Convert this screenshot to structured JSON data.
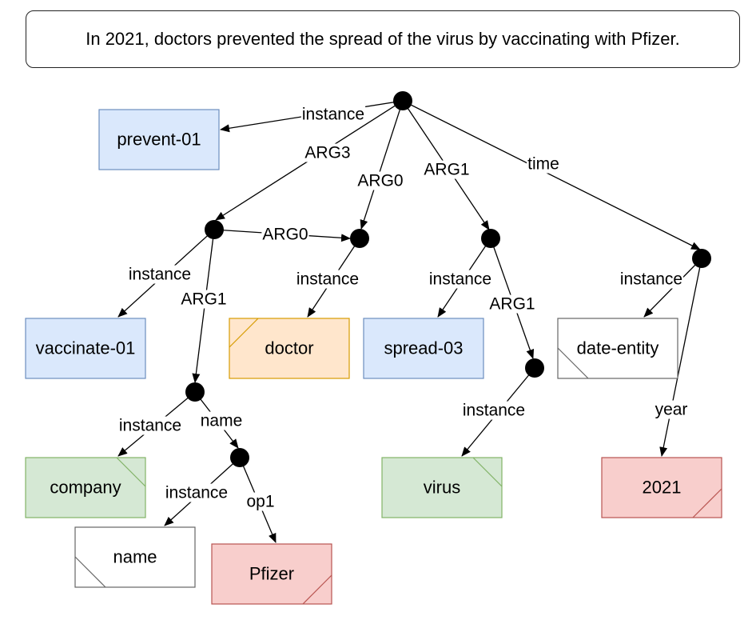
{
  "sentence": "In 2021, doctors prevented the spread of the virus by vaccinating with Pfizer.",
  "colors": {
    "blue_fill": "#dae8fc",
    "blue_stroke": "#6c8ebf",
    "orange_fill": "#ffe6cc",
    "orange_stroke": "#d79b00",
    "green_fill": "#d5e8d4",
    "green_stroke": "#82b366",
    "red_fill": "#f8cecc",
    "red_stroke": "#b85450",
    "white_fill": "#ffffff",
    "white_stroke": "#666666",
    "node_dot": "#000000"
  },
  "concepts": [
    {
      "id": "prevent",
      "label": "prevent-01",
      "style": "blue",
      "corner": "none"
    },
    {
      "id": "vaccinate",
      "label": "vaccinate-01",
      "style": "blue",
      "corner": "none"
    },
    {
      "id": "doctor",
      "label": "doctor",
      "style": "orange",
      "corner": "top-left"
    },
    {
      "id": "spread",
      "label": "spread-03",
      "style": "blue",
      "corner": "none"
    },
    {
      "id": "date-entity",
      "label": "date-entity",
      "style": "white",
      "corner": "bottom-left"
    },
    {
      "id": "company",
      "label": "company",
      "style": "green",
      "corner": "top-right"
    },
    {
      "id": "virus",
      "label": "virus",
      "style": "green",
      "corner": "top-right"
    },
    {
      "id": "year-2021",
      "label": "2021",
      "style": "red",
      "corner": "bottom-right"
    },
    {
      "id": "name",
      "label": "name",
      "style": "white",
      "corner": "bottom-left"
    },
    {
      "id": "pfizer",
      "label": "Pfizer",
      "style": "red",
      "corner": "bottom-right"
    }
  ],
  "variables": [
    "root",
    "v-vaccinate",
    "v-doctor",
    "v-spread",
    "v-date",
    "v-company",
    "v-virus",
    "v-name"
  ],
  "edges": [
    {
      "id": "e-root-instance",
      "label": "instance"
    },
    {
      "id": "e-root-arg3",
      "label": "ARG3"
    },
    {
      "id": "e-root-arg0",
      "label": "ARG0"
    },
    {
      "id": "e-root-arg1",
      "label": "ARG1"
    },
    {
      "id": "e-root-time",
      "label": "time"
    },
    {
      "id": "e-vacc-arg0",
      "label": "ARG0"
    },
    {
      "id": "e-vacc-instance",
      "label": "instance"
    },
    {
      "id": "e-vacc-arg1",
      "label": "ARG1"
    },
    {
      "id": "e-doctor-instance",
      "label": "instance"
    },
    {
      "id": "e-spread-instance",
      "label": "instance"
    },
    {
      "id": "e-spread-arg1",
      "label": "ARG1"
    },
    {
      "id": "e-date-instance",
      "label": "instance"
    },
    {
      "id": "e-date-year",
      "label": "year"
    },
    {
      "id": "e-company-instance",
      "label": "instance"
    },
    {
      "id": "e-company-name",
      "label": "name"
    },
    {
      "id": "e-virus-instance",
      "label": "instance"
    },
    {
      "id": "e-name-instance",
      "label": "instance"
    },
    {
      "id": "e-name-op1",
      "label": "op1"
    }
  ]
}
